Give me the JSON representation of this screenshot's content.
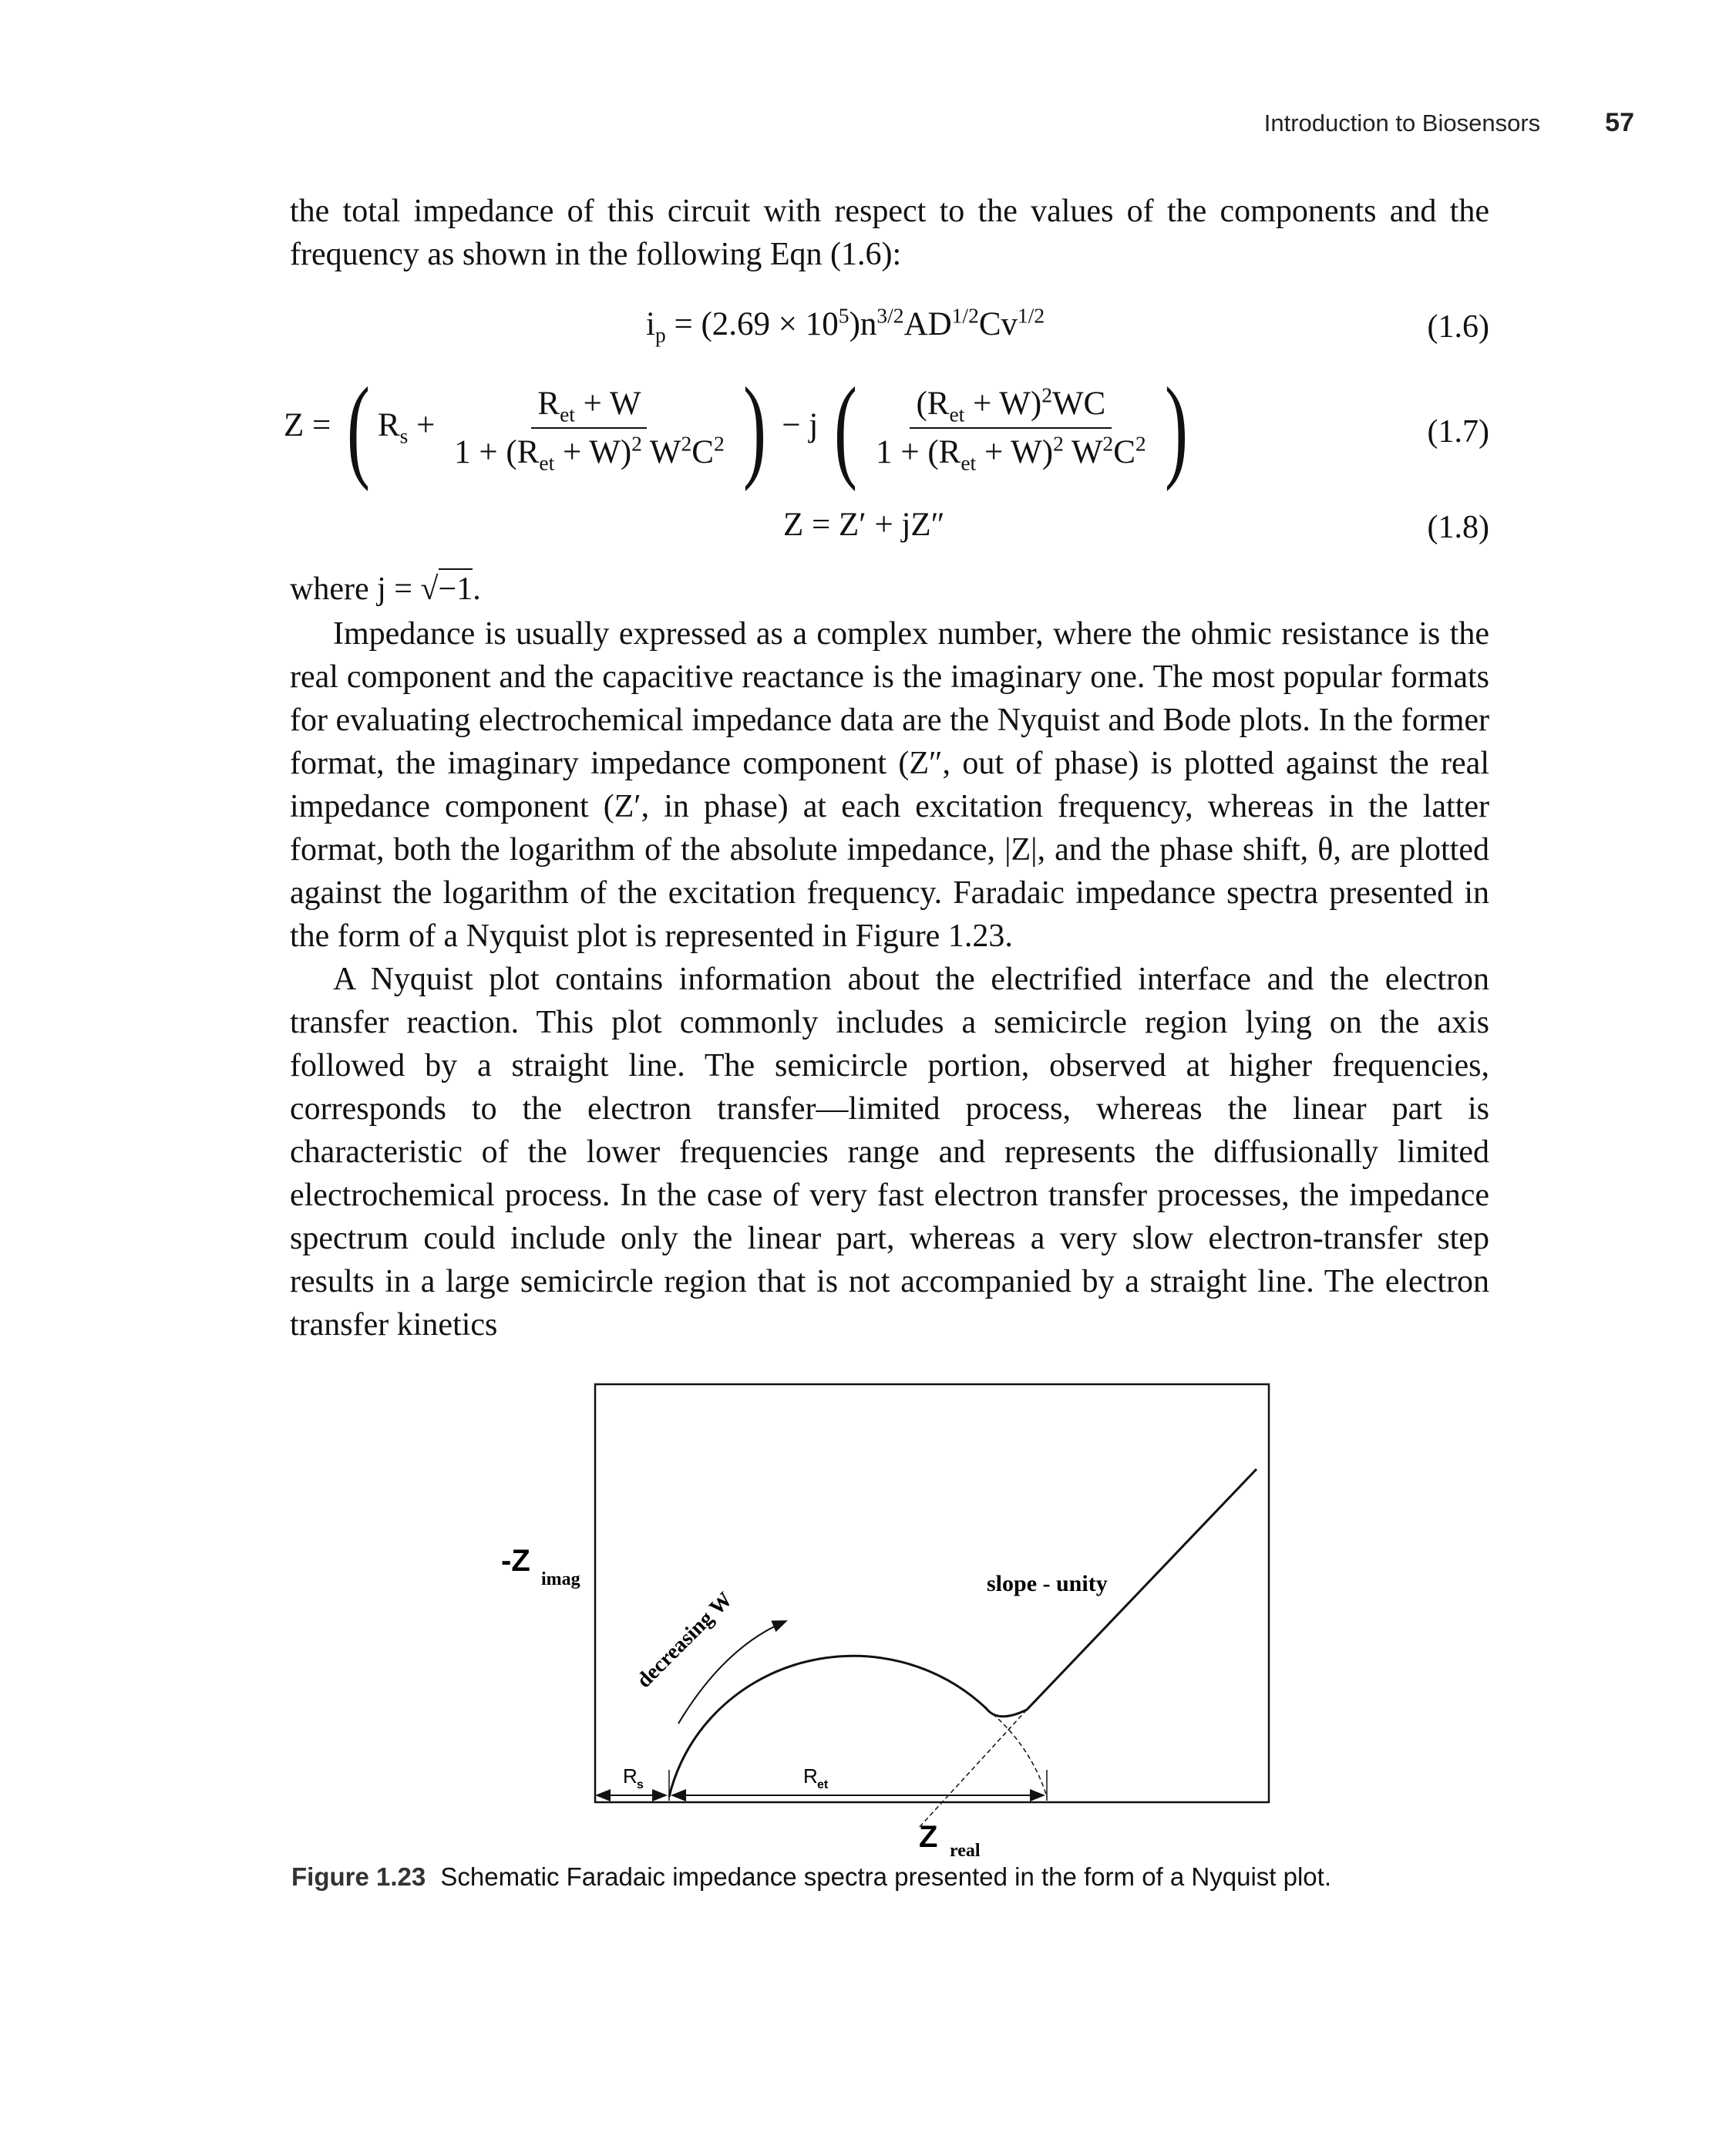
{
  "running_head": {
    "title": "Introduction to Biosensors",
    "page_number": "57"
  },
  "paragraphs": {
    "intro": "the total impedance of this circuit with respect to the values of the components and the frequency as shown in the following Eqn (1.6):",
    "where": "where j",
    "p1": "Impedance is usually expressed as a complex number, where the ohmic resistance is the real component and the capacitive reactance is the imaginary one. The most popular formats for evaluating electrochemical impedance data are the Nyquist and Bode plots. In the former format, the imaginary impedance component (Z″, out of phase) is plotted against the real impedance component (Z′, in phase) at each excitation frequency, whereas in the latter format, both the logarithm of the absolute impedance, |Z|, and the phase shift, θ, are plotted against the logarithm of the excitation frequency. Faradaic impedance spectra presented in the form of a Nyquist plot is represented in Figure 1.23.",
    "p2": "A Nyquist plot contains information about the electrified interface and the electron transfer reaction. This plot commonly includes a semicircle region lying on the axis followed by a straight line. The semicircle portion, observed at higher frequencies, corresponds to the electron transfer—limited process, whereas the linear part is characteristic of the lower frequencies range and represents the diffusionally limited electrochemical process. In the case of very fast electron transfer processes, the impedance spectrum could include only the linear part, whereas a very slow electron-transfer step results in a large semicircle region that is not accompanied by a straight line. The electron transfer kinetics"
  },
  "equations": {
    "eq16_number": "(1.6)",
    "eq17_number": "(1.7)",
    "eq18_number": "(1.8)"
  },
  "figure": {
    "y_axis_label_main": "-Z",
    "y_axis_label_sub": "imag",
    "x_axis_label_main": "Z",
    "x_axis_label_sub": "real",
    "rs_label": "R",
    "rs_sub": "s",
    "ret_label": "R",
    "ret_sub": "et",
    "slope_label": "slope - unity",
    "arrow_label": "decreasing W"
  },
  "caption": {
    "label": "Figure 1.23",
    "text": "Schematic Faradaic impedance spectra presented in the form of a Nyquist plot."
  }
}
